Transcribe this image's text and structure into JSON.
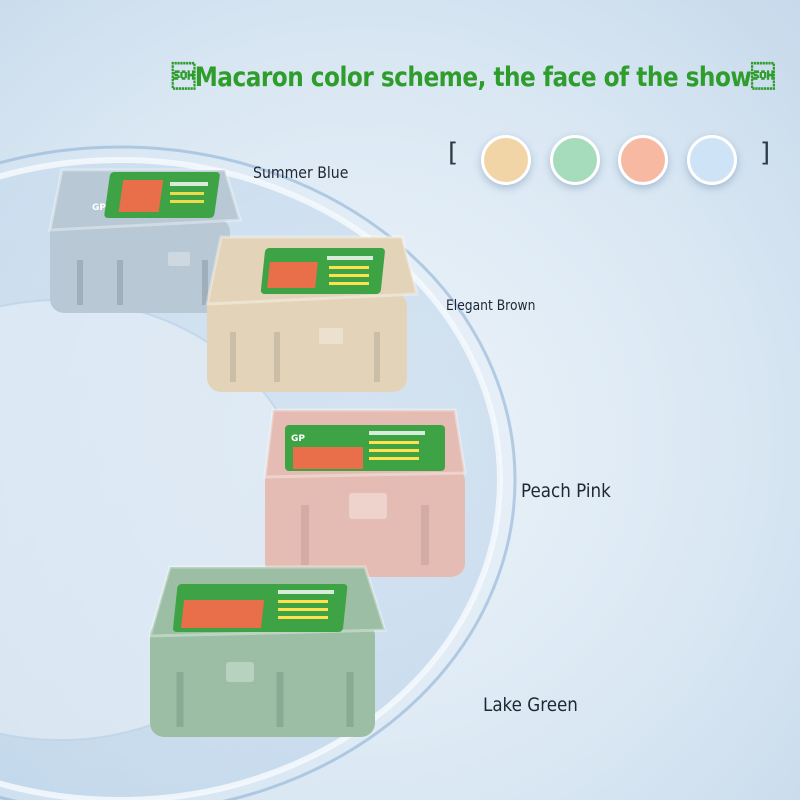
{
  "headline": "\u0001Macaron color scheme, the face of the show\u0001",
  "palette": {
    "open_bracket": "[",
    "close_bracket": "]",
    "swatches": [
      "#f2d5a6",
      "#a6dcbc",
      "#f7b9a2",
      "#cfe3f7"
    ]
  },
  "products": [
    {
      "label": "Summer Blue",
      "body_color": "#b8c8d4"
    },
    {
      "label": "Elegant Brown",
      "body_color": "#e3d4b9"
    },
    {
      "label": "Peach Pink",
      "body_color": "#e5bcb3"
    },
    {
      "label": "Lake Green",
      "body_color": "#9bbea4"
    }
  ],
  "package_brand": "GP",
  "colors": {
    "background": "#dbe8f4",
    "headline": "#2f9d2c",
    "label_panel": "#3ea344"
  }
}
